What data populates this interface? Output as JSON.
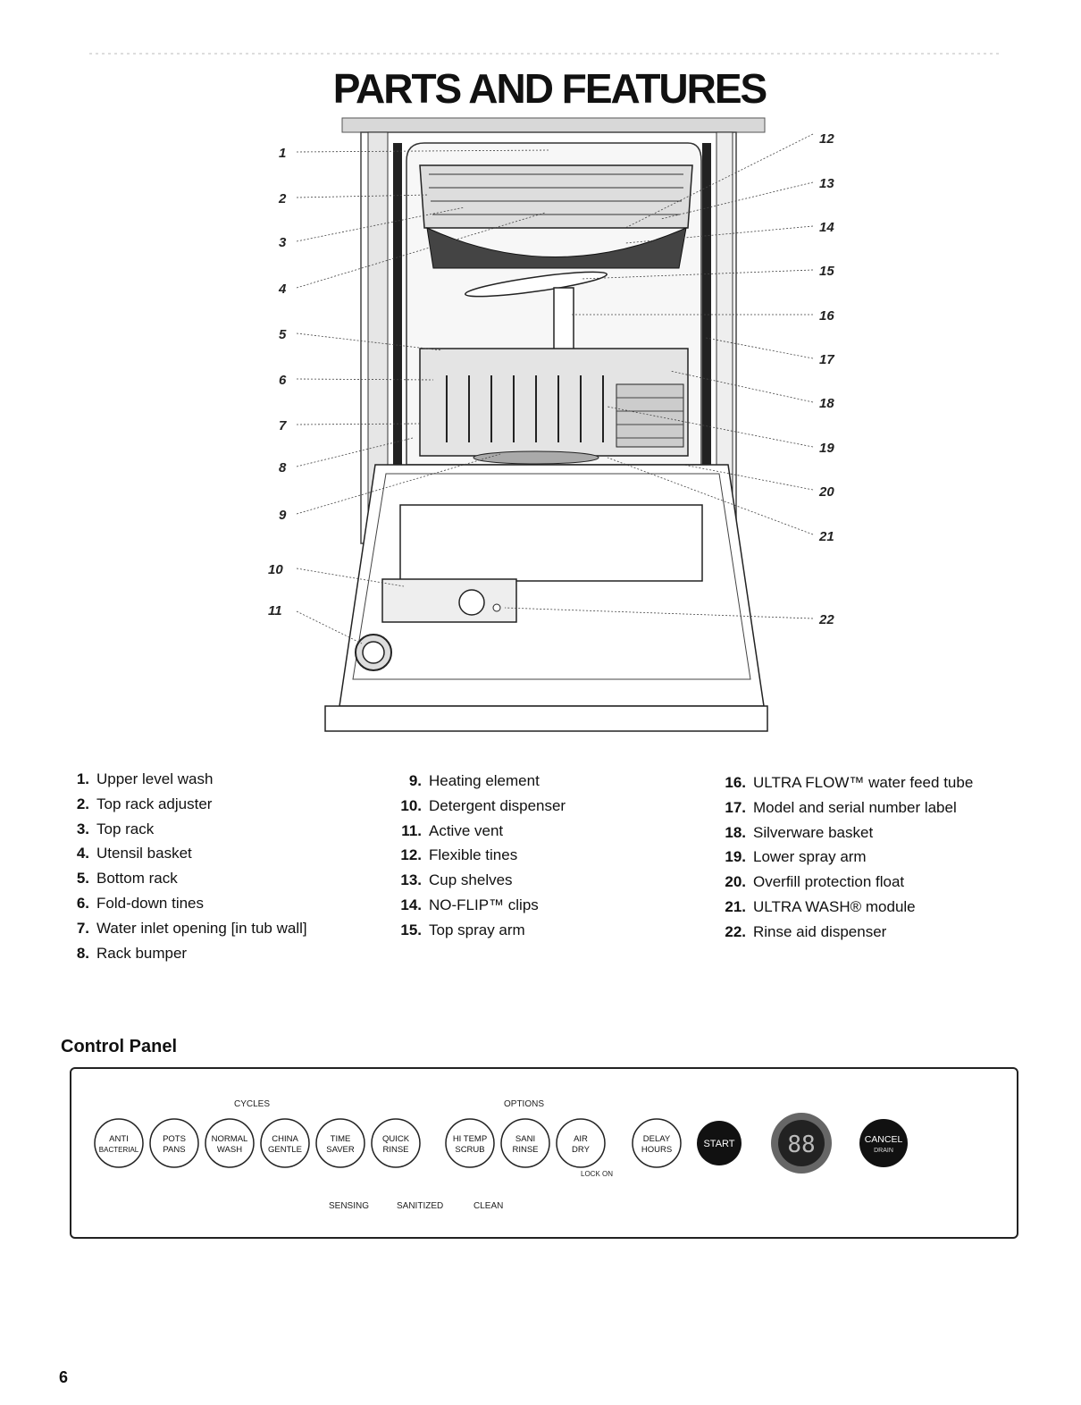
{
  "title": "PARTS AND FEATURES",
  "callouts": [
    "1",
    "2",
    "3",
    "4",
    "5",
    "6",
    "7",
    "8",
    "9",
    "10",
    "11",
    "12",
    "13",
    "14",
    "15",
    "16",
    "17",
    "18",
    "19",
    "20",
    "21",
    "22"
  ],
  "parts_col1": [
    {
      "num": "1.",
      "label": "Upper level wash"
    },
    {
      "num": "2.",
      "label": "Top rack adjuster"
    },
    {
      "num": "3.",
      "label": "Top rack"
    },
    {
      "num": "4.",
      "label": "Utensil basket"
    },
    {
      "num": "5.",
      "label": "Bottom rack"
    },
    {
      "num": "6.",
      "label": "Fold-down tines"
    },
    {
      "num": "7.",
      "label": "Water inlet opening [in tub wall]"
    },
    {
      "num": "8.",
      "label": "Rack bumper"
    }
  ],
  "parts_col2": [
    {
      "num": "9.",
      "label": "Heating element"
    },
    {
      "num": "10.",
      "label": "Detergent dispenser"
    },
    {
      "num": "11.",
      "label": "Active vent"
    },
    {
      "num": "12.",
      "label": "Flexible tines"
    },
    {
      "num": "13.",
      "label": "Cup shelves"
    },
    {
      "num": "14.",
      "label": "NO-FLIP™ clips"
    },
    {
      "num": "15.",
      "label": "Top spray arm"
    }
  ],
  "parts_col3": [
    {
      "num": "16.",
      "label": "ULTRA FLOW™ water feed tube"
    },
    {
      "num": "17.",
      "label": "Model and serial number label"
    },
    {
      "num": "18.",
      "label": "Silverware basket"
    },
    {
      "num": "19.",
      "label": "Lower spray arm"
    },
    {
      "num": "20.",
      "label": "Overfill protection float"
    },
    {
      "num": "21.",
      "label": "ULTRA WASH® module"
    },
    {
      "num": "22.",
      "label": "Rinse aid dispenser"
    }
  ],
  "control_panel": {
    "heading": "Control Panel",
    "cycles_label": "CYCLES",
    "options_label": "OPTIONS",
    "cycle_buttons": [
      {
        "l1": "ANTI",
        "l2": "BACTERIAL"
      },
      {
        "l1": "POTS",
        "l2": "PANS"
      },
      {
        "l1": "NORMAL",
        "l2": "WASH"
      },
      {
        "l1": "CHINA",
        "l2": "GENTLE"
      },
      {
        "l1": "TIME",
        "l2": "SAVER"
      },
      {
        "l1": "QUICK",
        "l2": "RINSE"
      }
    ],
    "option_buttons": [
      {
        "l1": "HI TEMP",
        "l2": "SCRUB"
      },
      {
        "l1": "SANI",
        "l2": "RINSE"
      },
      {
        "l1": "AIR",
        "l2": "DRY"
      }
    ],
    "delay_button": {
      "l1": "DELAY",
      "l2": "HOURS"
    },
    "start_label": "START",
    "display_digits": "88",
    "cancel_label": "CANCEL",
    "cancel_sub": "DRAIN",
    "lock_label": "LOCK ON",
    "status_lights": [
      "SENSING",
      "SANITIZED",
      "CLEAN"
    ]
  },
  "page_number": "6"
}
